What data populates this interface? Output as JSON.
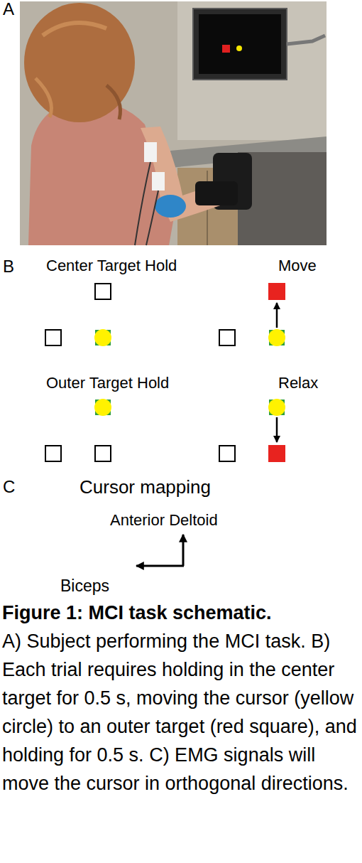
{
  "diagram": {
    "title": "Figure 1: MCI task schematic.",
    "caption": "A) Subject performing the MCI task. B) Each trial requires holding in the center target for 0.5 s, moving the cursor (yellow circle) to an outer target (red square), and holding for 0.5 s. C) EMG signals will move the cursor in orthogonal directions.",
    "labels": [
      "A",
      "B",
      "Center Target Hold",
      "Move",
      "Outer Target Hold",
      "Relax",
      "C",
      "Cursor mapping",
      "Anterior Deltoid",
      "Biceps"
    ]
  }
}
